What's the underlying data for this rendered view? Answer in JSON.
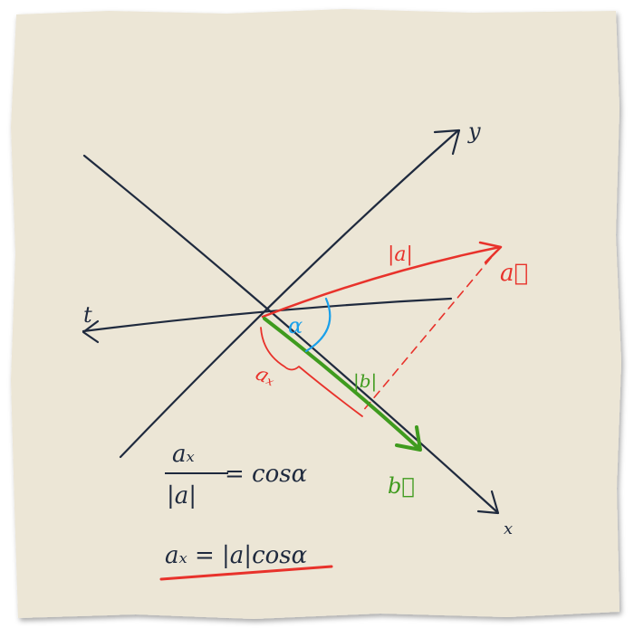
{
  "labels": {
    "axis_y": "y",
    "axis_t": "t",
    "axis_x": "x",
    "vec_a": "a⃗",
    "vec_b": "b⃗",
    "mag_a": "|a|",
    "mag_b": "|b|",
    "angle": "α",
    "proj": "aₓ"
  },
  "formula1": {
    "numerator": "aₓ",
    "denominator": "|a|",
    "rhs": "= cosα"
  },
  "formula2": {
    "text": "aₓ = |a|cosα"
  },
  "colors": {
    "paper": "#ece6d6",
    "ink": "#1f2a3e",
    "red": "#e8322b",
    "green": "#3f9b1e",
    "blue": "#1aa0ea"
  }
}
